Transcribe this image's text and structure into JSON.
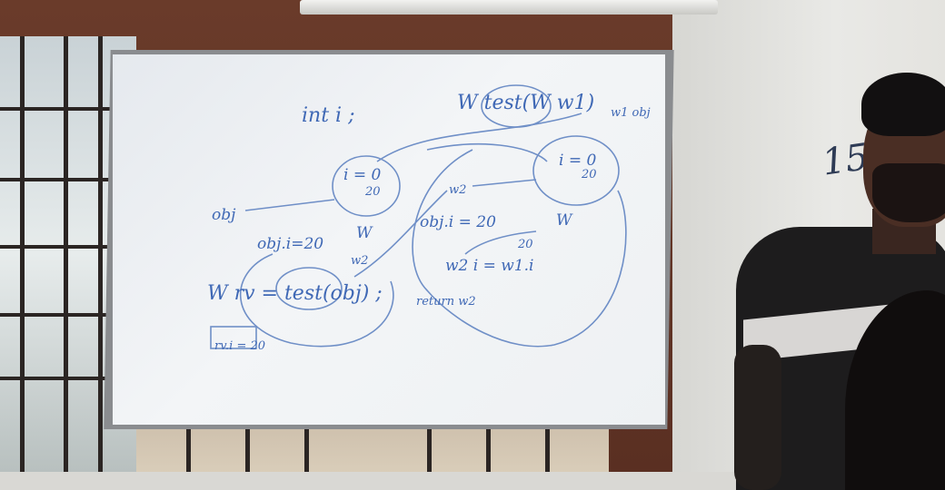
{
  "whiteboard": {
    "lines": [
      "int i ;",
      "W test(W w1)",
      "w1 obj",
      "i = 0",
      "20",
      "i = 0",
      "20",
      "obj",
      "W",
      "w2",
      "obj.i = 20",
      "W",
      "obj.i=20",
      "w2",
      "20",
      "w2 i = w1.i",
      "W rv = test(obj) ;",
      "return w2",
      "rv.i = 20"
    ]
  },
  "wall_mark": "15"
}
